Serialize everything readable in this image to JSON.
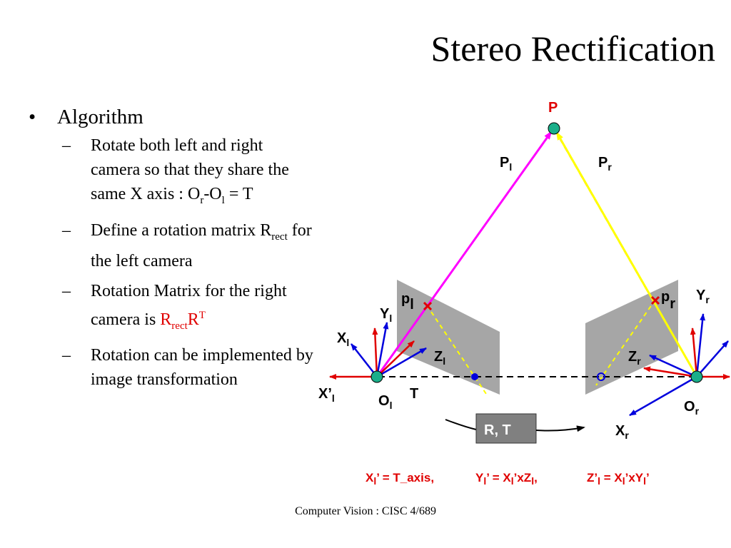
{
  "slide": {
    "title": "Stereo Rectification",
    "footer": "Computer Vision : CISC 4/689"
  },
  "bullets": {
    "main_marker": "•",
    "main": "Algorithm",
    "sub_marker": "–",
    "item1": {
      "text": "Rotate both left and right camera so that they share the same X axis : O",
      "s1": "r",
      "mid": "-O",
      "s2": "l",
      "end": " = T"
    },
    "item2": {
      "text": "Define a rotation matrix R",
      "s1": "rect",
      "end": " for the left camera"
    },
    "item3": {
      "text": "Rotation Matrix for the right camera is ",
      "r1": "R",
      "s1": "rect",
      "r2": "R",
      "sup": "T"
    },
    "item4": {
      "text": "Rotation can be implemented by image transformation"
    }
  },
  "diagram": {
    "P": "P",
    "Pl": {
      "main": "P",
      "sub": "l"
    },
    "Pr": {
      "main": "P",
      "sub": "r"
    },
    "pl": {
      "main": "p",
      "sub": "l"
    },
    "pr": {
      "main": "p",
      "sub": "r"
    },
    "Yl": {
      "main": "Y",
      "sub": "l"
    },
    "Xl": {
      "main": "X",
      "sub": "l"
    },
    "Zl": {
      "main": "Z",
      "sub": "l"
    },
    "Xpl": {
      "main": "X’",
      "sub": "l"
    },
    "Ol": {
      "main": "O",
      "sub": "l"
    },
    "T": "T",
    "Yr": {
      "main": "Y",
      "sub": "r"
    },
    "Zr": {
      "main": "Z",
      "sub": "r"
    },
    "Or": {
      "main": "O",
      "sub": "r"
    },
    "Xr": {
      "main": "X",
      "sub": "r"
    },
    "RT": "R, T",
    "colors": {
      "magenta": "#ff00ff",
      "yellow": "#ffff00",
      "red": "#e00000",
      "blue": "#0000dd",
      "teal": "#1aaf8a",
      "plane": "#a6a6a6",
      "box": "#808080"
    }
  },
  "equations": {
    "e1": {
      "a": "X",
      "s1": "l",
      "b": "’ = T_axis,"
    },
    "e2": {
      "a": "Y",
      "s1": "l",
      "b": "’ = X",
      "s2": "l",
      "c": "’xZ",
      "s3": "l",
      "d": ","
    },
    "e3": {
      "a": "Z’",
      "s1": "l",
      "b": " = X",
      "s2": "l",
      "c": "’xY",
      "s3": "l",
      "d": "’"
    }
  }
}
